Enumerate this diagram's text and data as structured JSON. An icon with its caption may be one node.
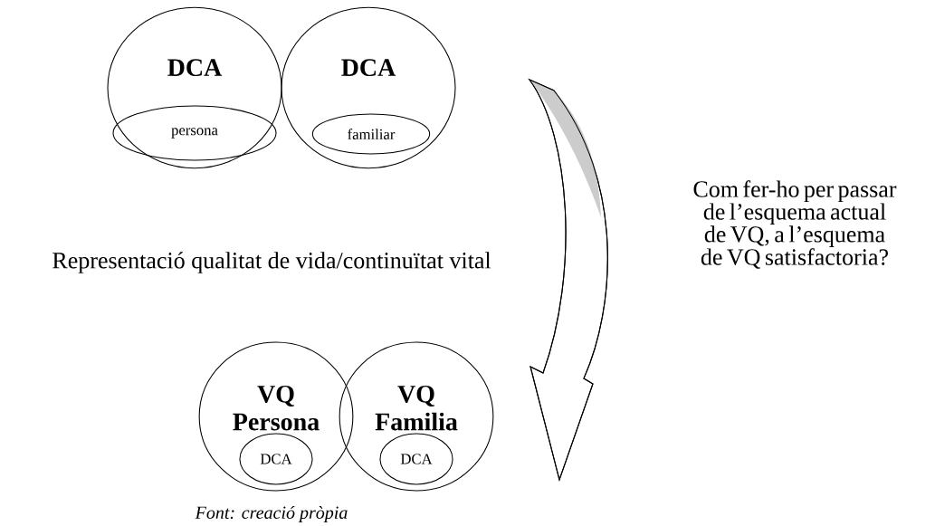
{
  "diagram": {
    "caption": "Font: creació pròpia",
    "nodes": [
      {
        "text": [
          "DCA"
        ]
      },
      {
        "text": [
          "persona"
        ],
        "in": 0
      },
      {
        "text": [
          "DCA"
        ]
      },
      {
        "text": [
          "familiar"
        ],
        "in": 2
      },
      {
        "text": [
          "VQ Persona"
        ]
      },
      {
        "text": [
          "DCA"
        ],
        "in": 4
      },
      {
        "text": [
          "VQ Familia"
        ]
      },
      {
        "text": [
          "DCA"
        ],
        "in": 6
      }
    ],
    "labels": [
      "Representació qualitat de vida/continuïtat vital",
      "Com fer-ho per passar de l’esquema actual de VQ, a l’esquema de VQ satisfactoria?"
    ]
  }
}
